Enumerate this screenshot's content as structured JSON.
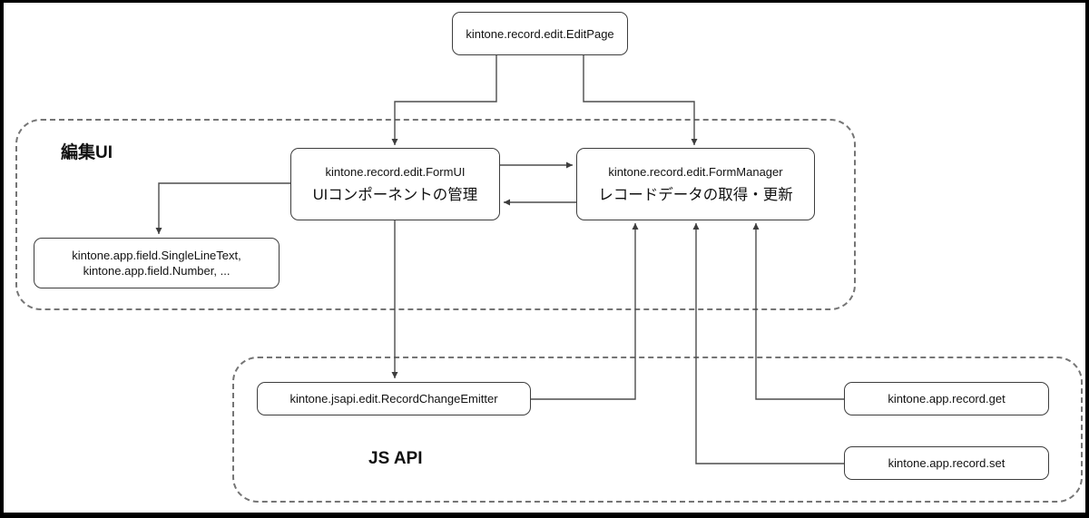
{
  "diagram": {
    "groups": {
      "edit_ui": {
        "label": "編集UI"
      },
      "js_api": {
        "label": "JS API"
      }
    },
    "nodes": {
      "edit_page": {
        "label": "kintone.record.edit.EditPage"
      },
      "form_ui": {
        "label": "kintone.record.edit.FormUI",
        "sublabel": "UIコンポーネントの管理"
      },
      "form_manager": {
        "label": "kintone.record.edit.FormManager",
        "sublabel": "レコードデータの取得・更新"
      },
      "field_components": {
        "label_line1": "kintone.app.field.SingleLineText,",
        "label_line2": "kintone.app.field.Number, ..."
      },
      "record_change_emitter": {
        "label": "kintone.jsapi.edit.RecordChangeEmitter"
      },
      "record_get": {
        "label": "kintone.app.record.get"
      },
      "record_set": {
        "label": "kintone.app.record.set"
      }
    },
    "edges": [
      {
        "from": "edit_page",
        "to": "form_ui"
      },
      {
        "from": "edit_page",
        "to": "form_manager"
      },
      {
        "from": "form_ui",
        "to": "form_manager"
      },
      {
        "from": "form_manager",
        "to": "form_ui"
      },
      {
        "from": "form_ui",
        "to": "field_components"
      },
      {
        "from": "form_ui",
        "to": "record_change_emitter"
      },
      {
        "from": "record_change_emitter",
        "to": "form_manager"
      },
      {
        "from": "record_get",
        "to": "form_manager"
      },
      {
        "from": "record_set",
        "to": "form_manager"
      }
    ],
    "colors": {
      "line": "#4d4d4d",
      "group_border": "#757575",
      "node_border": "#3d3d3d",
      "frame": "#000000",
      "background": "#ffffff"
    }
  }
}
